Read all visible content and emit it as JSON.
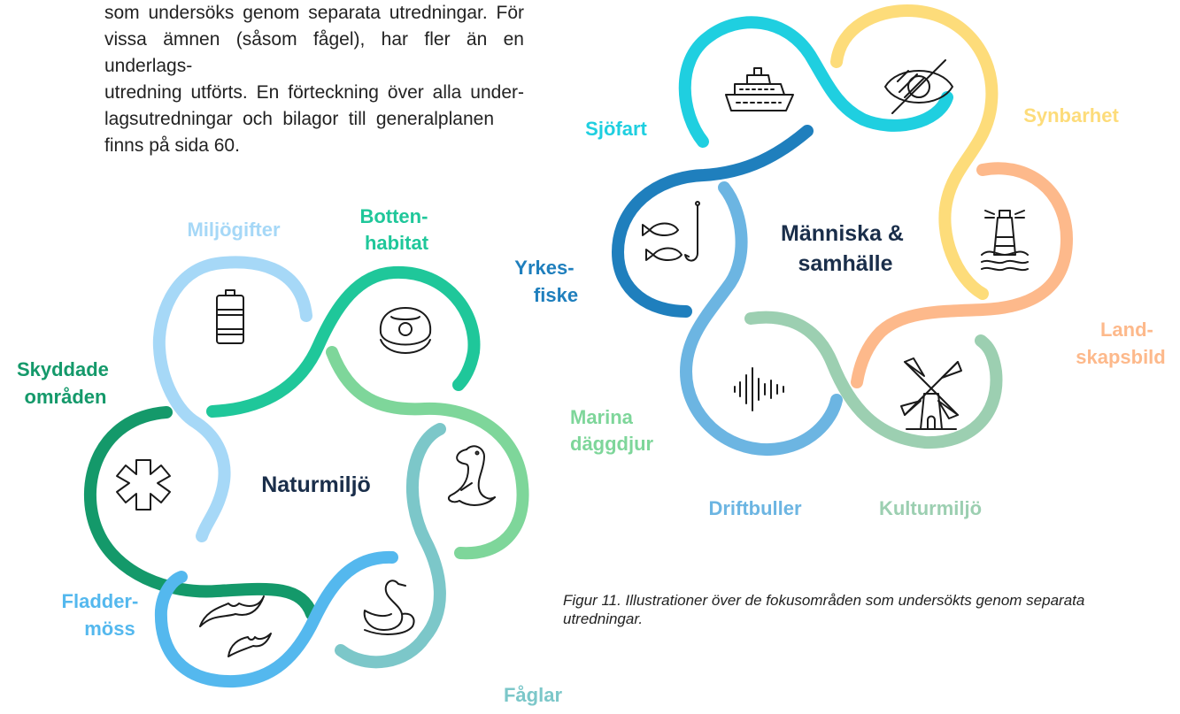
{
  "intro_lines": [
    "som undersöks genom separata utredningar. För",
    "vissa ämnen (såsom fågel), har fler än en underlags-",
    "utredning utförts. En förteckning över alla under-",
    "lagsutredningar och bilagor till generalplanen",
    "finns på sida 60."
  ],
  "caption": "Figur 11. Illustrationer över de fokusområden som undersökts genom separata utredningar.",
  "groups": [
    {
      "center_label": "Naturmiljö",
      "items": [
        {
          "label_lines": [
            "Miljögifter"
          ],
          "icon": "oil-barrel-icon",
          "color": "#a6d8f7"
        },
        {
          "label_lines": [
            "Botten-",
            "habitat"
          ],
          "icon": "shell-pearl-icon",
          "color": "#1fc79a"
        },
        {
          "label_lines": [
            "Marina",
            "däggdjur"
          ],
          "icon": "seal-icon",
          "color": "#7ed69a"
        },
        {
          "label_lines": [
            "Fåglar"
          ],
          "icon": "swan-icon",
          "color": "#7cc7c9"
        },
        {
          "label_lines": [
            "Fladder-",
            "möss"
          ],
          "icon": "bat-icon",
          "color": "#54b8ee"
        },
        {
          "label_lines": [
            "Skyddade",
            "områden"
          ],
          "icon": "protected-area-icon",
          "color": "#14996a"
        }
      ]
    },
    {
      "center_label_lines": [
        "Människa &",
        "samhälle"
      ],
      "items": [
        {
          "label_lines": [
            "Sjöfart"
          ],
          "icon": "ship-icon",
          "color": "#1fcfe0"
        },
        {
          "label_lines": [
            "Synbarhet"
          ],
          "icon": "eye-crossed-icon",
          "color": "#fddc7a"
        },
        {
          "label_lines": [
            "Land-",
            "skapsbild"
          ],
          "icon": "lighthouse-icon",
          "color": "#fdb98b"
        },
        {
          "label_lines": [
            "Kulturmiljö"
          ],
          "icon": "windmill-icon",
          "color": "#9ccfb1"
        },
        {
          "label_lines": [
            "Driftbuller"
          ],
          "icon": "sound-wave-icon",
          "color": "#6cb5e2"
        },
        {
          "label_lines": [
            "Yrkes-",
            "fiske"
          ],
          "icon": "fish-hook-icon",
          "color": "#1f7fbd"
        }
      ]
    }
  ]
}
